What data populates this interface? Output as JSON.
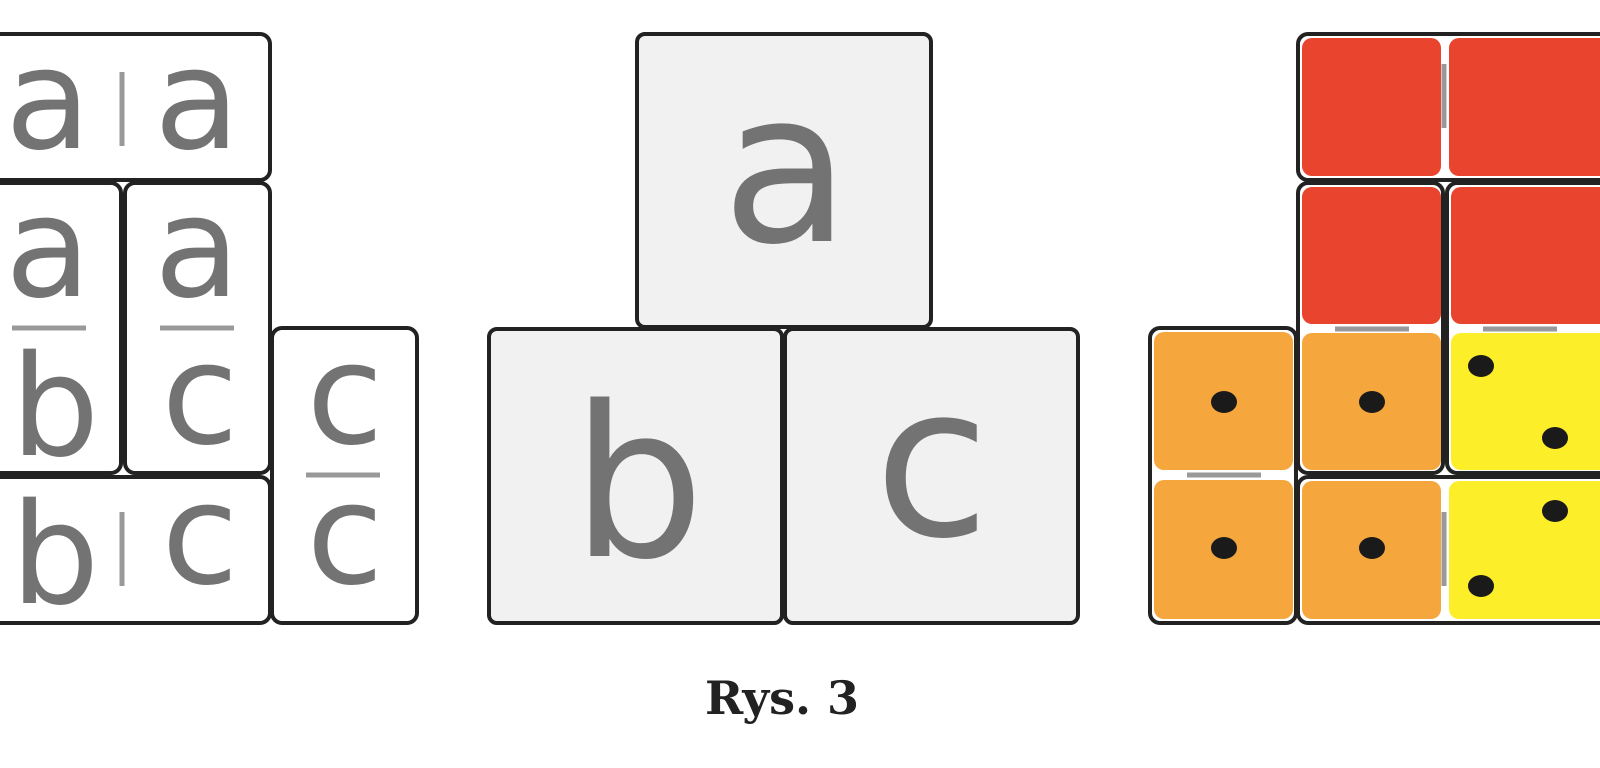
{
  "left_panel": {
    "top_domino": [
      "a",
      "a"
    ],
    "vertical_domino_1": [
      "a",
      "b"
    ],
    "vertical_domino_2": [
      "a",
      "c"
    ],
    "bottom_domino": [
      "b",
      "c"
    ],
    "right_domino": [
      "c",
      "c"
    ]
  },
  "center_panel": {
    "top_square": "a",
    "bottom_left_square": "b",
    "bottom_right_square": "c"
  },
  "right_panel": {
    "colors": {
      "a": "#e8442e",
      "b": "#f5a63c",
      "c": "#fdee2a"
    }
  },
  "caption": "Rys. 3"
}
